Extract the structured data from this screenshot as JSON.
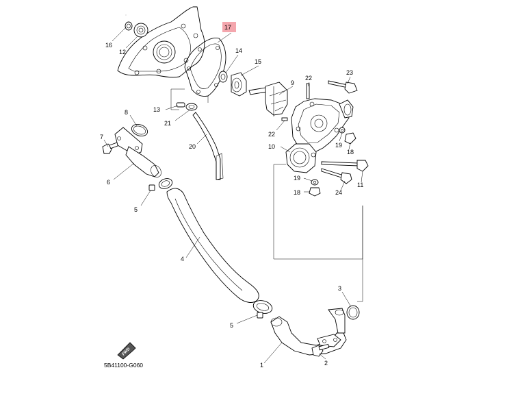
{
  "diagram": {
    "drawing_code": "5B41100-G060",
    "fwd_label": "FWD",
    "highlight_color": "#f4a6ad",
    "callouts": {
      "p1": "1",
      "p2": "2",
      "p3": "3",
      "p4": "4",
      "p5a": "5",
      "p5b": "5",
      "p6": "6",
      "p7": "7",
      "p8": "8",
      "p9": "9",
      "p10": "10",
      "p11": "11",
      "p12": "12",
      "p13": "13",
      "p14": "14",
      "p15": "15",
      "p16": "16",
      "p17": "17",
      "p18a": "18",
      "p18b": "18",
      "p19a": "19",
      "p19b": "19",
      "p20": "20",
      "p21": "21",
      "p22a": "22",
      "p22b": "22",
      "p23": "23",
      "p24": "24"
    }
  }
}
